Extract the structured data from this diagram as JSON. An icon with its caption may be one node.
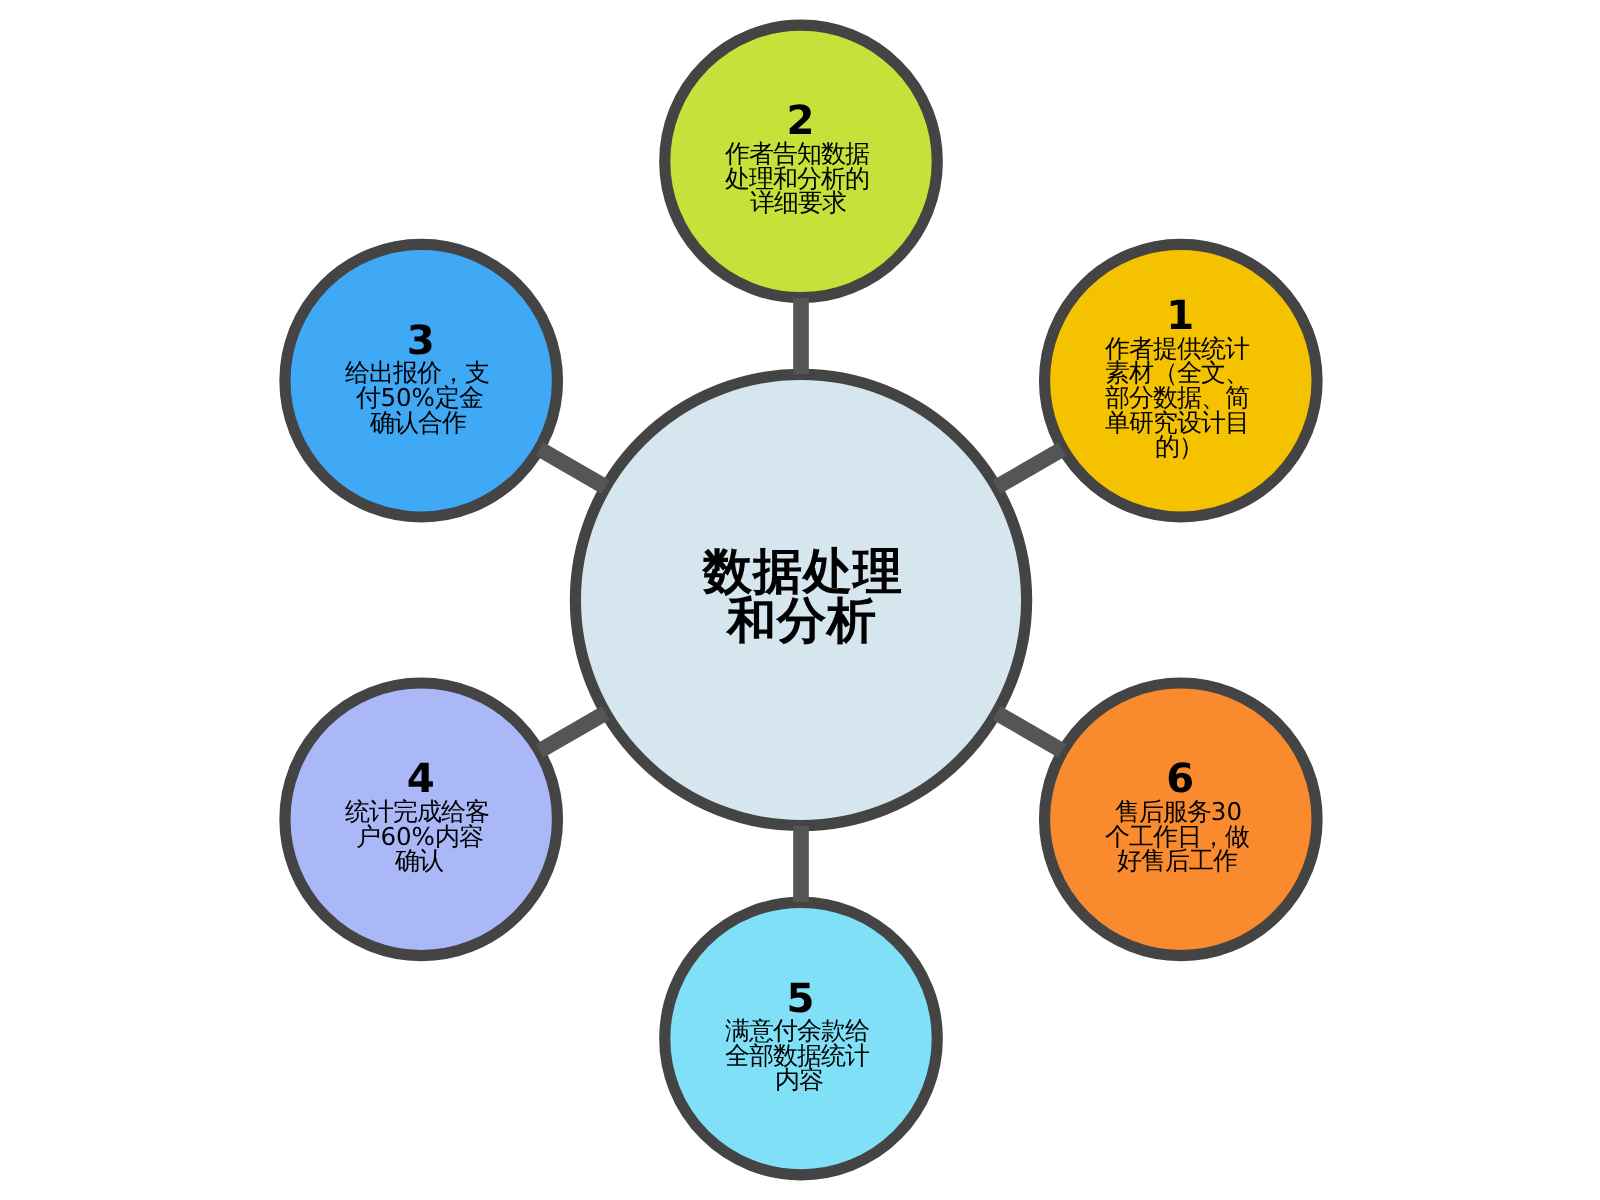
{
  "diagram": {
    "nodes": [
      {
        "text": [
          "数据处理和分析"
        ]
      },
      {
        "text": [
          "1",
          "作者提供统计素材（全文、部分数据、简单研究设计目的）"
        ]
      },
      {
        "text": [
          "2",
          "作者告知数据处理和分析的详细要求"
        ]
      },
      {
        "text": [
          "3",
          "给出报价，支付50%定金确认合作"
        ]
      },
      {
        "text": [
          "4",
          "统计完成给客户60%内容确认"
        ]
      },
      {
        "text": [
          "5",
          "满意付余款给全部数据统计内容"
        ]
      },
      {
        "text": [
          "6",
          "售后服务30个工作日，做好售后工作"
        ]
      }
    ],
    "edges": [
      {
        "from": 0,
        "to": 1,
        "arrow": "none"
      },
      {
        "from": 0,
        "to": 2,
        "arrow": "none"
      },
      {
        "from": 0,
        "to": 3,
        "arrow": "none"
      },
      {
        "from": 0,
        "to": 4,
        "arrow": "none"
      },
      {
        "from": 0,
        "to": 5,
        "arrow": "none"
      },
      {
        "from": 0,
        "to": 6,
        "arrow": "none"
      }
    ]
  }
}
